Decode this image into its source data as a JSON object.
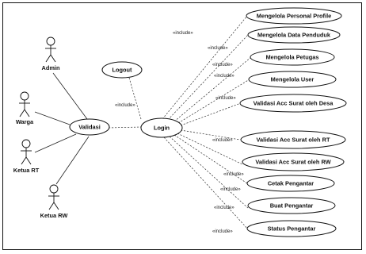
{
  "actors": [
    {
      "id": "admin",
      "name": "Admin"
    },
    {
      "id": "warga",
      "name": "Warga"
    },
    {
      "id": "ketua-rt",
      "name": "Ketua RT"
    },
    {
      "id": "ketua-rw",
      "name": "Ketua RW"
    }
  ],
  "core_use_cases": {
    "validasi": "Validasi",
    "login": "Login",
    "logout": "Logout"
  },
  "use_cases": [
    {
      "id": "uc1",
      "label": "Mengelola Personal Profile"
    },
    {
      "id": "uc2",
      "label": "Mengelola Data Penduduk"
    },
    {
      "id": "uc3",
      "label": "Mengelola Petugas"
    },
    {
      "id": "uc4",
      "label": "Mengelola User"
    },
    {
      "id": "uc5",
      "label": "Validasi Acc Surat oleh Desa"
    },
    {
      "id": "uc6",
      "label": "Validasi Acc Surat oleh RT"
    },
    {
      "id": "uc7",
      "label": "Validasi Acc Surat oleh RW"
    },
    {
      "id": "uc8",
      "label": "Cetak Pengantar"
    },
    {
      "id": "uc9",
      "label": "Buat Pengantar"
    },
    {
      "id": "uc10",
      "label": "Status Pengantar"
    }
  ],
  "relation_label": "«include»"
}
